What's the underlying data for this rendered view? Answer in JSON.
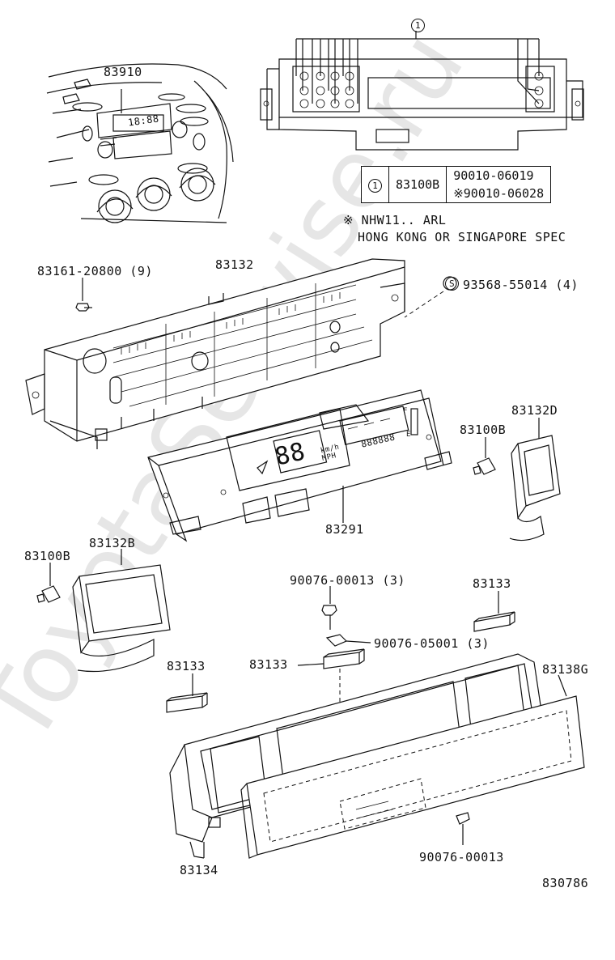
{
  "watermark": "ToyotaSerwise.ru",
  "diagram_number": "830786",
  "legend": {
    "circle_symbol": "1",
    "part": "83100B",
    "std_number": "90010-06019",
    "alt_number": "※90010-06028"
  },
  "note": {
    "line1": "※ NHW11.. ARL",
    "line2": "HONG KONG OR SINGAPORE SPEC"
  },
  "callouts": {
    "top_circle": "1",
    "p83910": "83910",
    "p83161": "83161-20800 (9)",
    "p83132": "83132",
    "p93568_mark": "S",
    "p93568": "93568-55014 (4)",
    "p83132D": "83132D",
    "p83100B_right": "83100B",
    "p83291": "83291",
    "p83100B_left": "83100B",
    "p83132B": "83132B",
    "p90076_00013_3": "90076-00013 (3)",
    "p83133_right": "83133",
    "p90076_05001": "90076-05001 (3)",
    "p83133_left": "83133",
    "p83133_mid": "83133",
    "p83138G": "83138G",
    "p90076_00013": "90076-00013",
    "p83134": "83134"
  },
  "display": {
    "clock_text": "18:88",
    "digits": "88",
    "unit_top": "km/h",
    "unit_bottom": "MPH",
    "odo": "888888",
    "fuel_f": "F",
    "fuel_e": "E"
  }
}
